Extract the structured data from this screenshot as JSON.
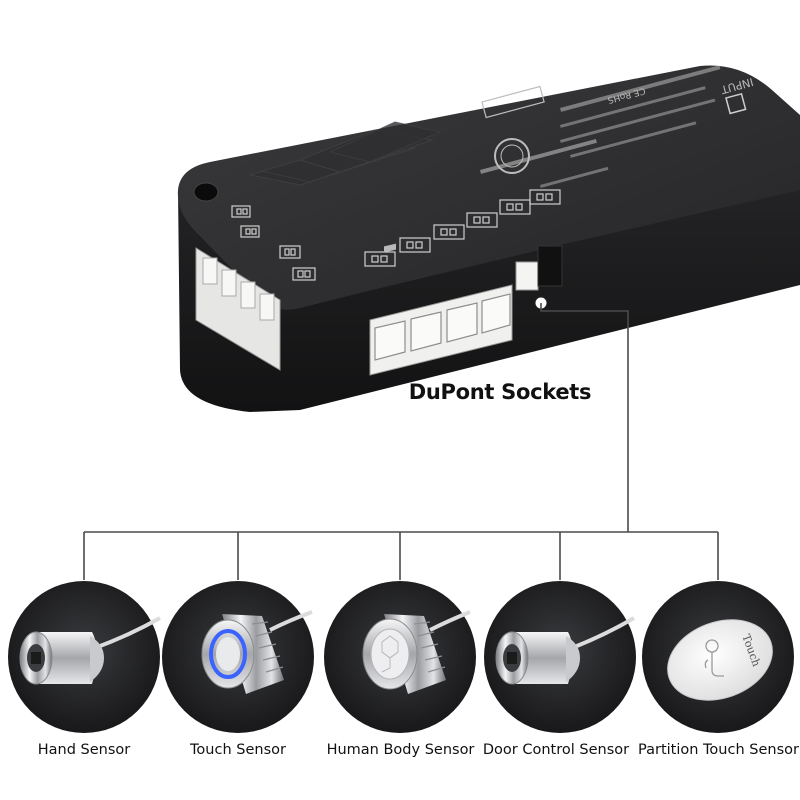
{
  "callout": {
    "label": "DuPont Sockets"
  },
  "device": {
    "port_label": "INPUT",
    "marking": "CE RoHS"
  },
  "sensors": [
    {
      "label": "Hand Sensor"
    },
    {
      "label": "Touch Sensor"
    },
    {
      "label": "Human Body Sensor"
    },
    {
      "label": "Door Control Sensor"
    },
    {
      "label": "Partition Touch Sensor",
      "pad_text": "Touch"
    }
  ],
  "colors": {
    "housing": "#2b2b2d",
    "housing_edge": "#1c1c1d",
    "socket": "#f2f2f0",
    "circle_bg": "#1e1f21",
    "touch_ring": "#3a63ff",
    "connector_line": "#444444"
  }
}
